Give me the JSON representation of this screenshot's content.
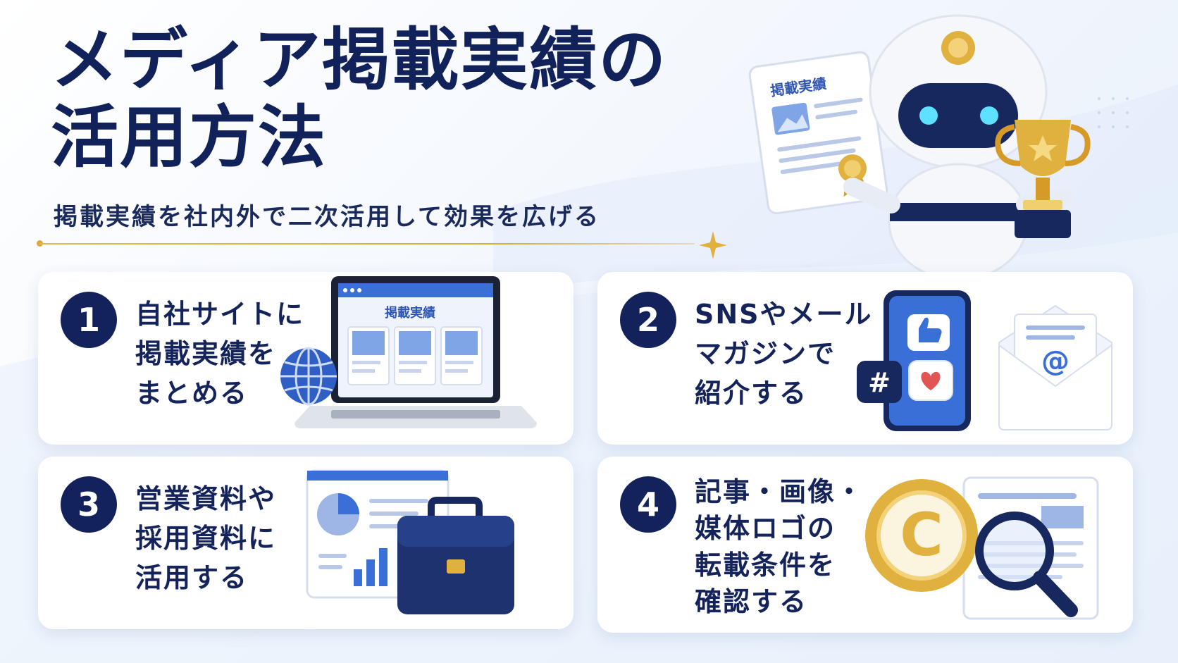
{
  "title": {
    "line1": "メディア掲載実績の",
    "line2": "活用方法"
  },
  "subtitle": "掲載実績を社内外で二次活用して効果を広げる",
  "hero": {
    "document_label": "掲載実績"
  },
  "cards": [
    {
      "number": "1",
      "lines": [
        "自社サイトに",
        "掲載実績を",
        "まとめる"
      ],
      "illustration_label": "掲載実績"
    },
    {
      "number": "2",
      "lines": [
        "SNSやメール",
        "マガジンで",
        "紹介する"
      ],
      "hash_symbol": "#",
      "at_symbol": "@"
    },
    {
      "number": "3",
      "lines": [
        "営業資料や",
        "採用資料に",
        "活用する"
      ]
    },
    {
      "number": "4",
      "lines": [
        "記事・画像・",
        "媒体ロゴの",
        "転載条件を",
        "確認する"
      ],
      "copyright_symbol": "C"
    }
  ],
  "colors": {
    "navy": "#13225a",
    "blue": "#3a6fd8",
    "gold": "#e1b13f",
    "background": "#f3f7fd"
  }
}
